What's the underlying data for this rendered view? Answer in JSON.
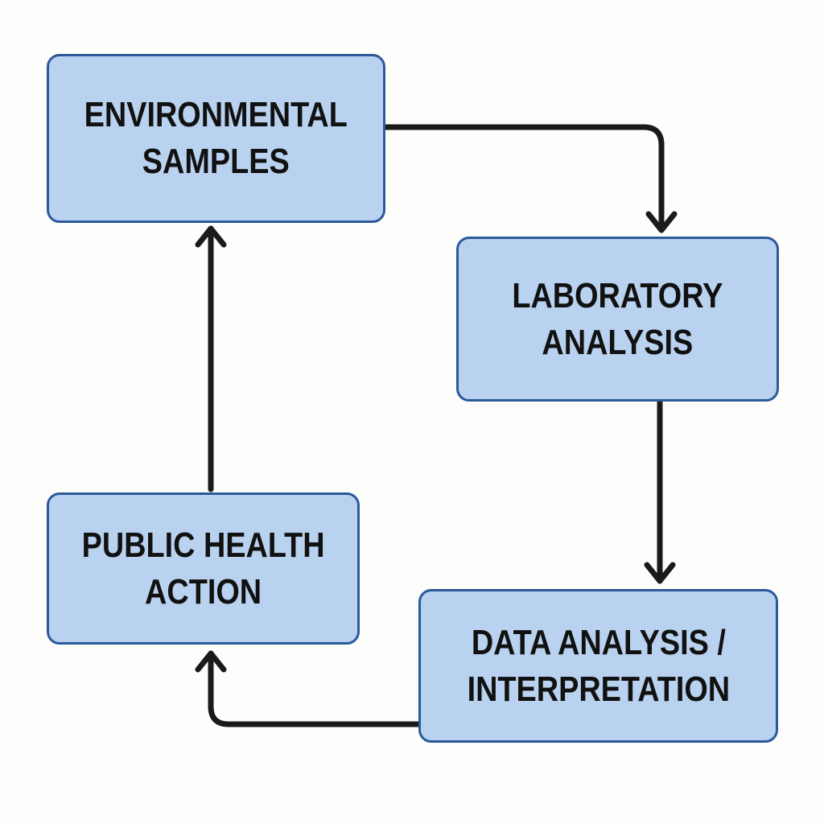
{
  "diagram": {
    "nodes": [
      {
        "id": "environmental-samples",
        "lines": [
          "ENVIRONMENTAL",
          "SAMPLES"
        ]
      },
      {
        "id": "laboratory-analysis",
        "lines": [
          "LABORATORY",
          "ANALYSIS"
        ]
      },
      {
        "id": "data-analysis",
        "lines": [
          "DATA ANALYSIS /",
          "INTERPRETATION"
        ]
      },
      {
        "id": "public-health-action",
        "lines": [
          "PUBLIC HEALTH",
          "ACTION"
        ]
      }
    ],
    "edges": [
      {
        "from": "environmental-samples",
        "to": "laboratory-analysis"
      },
      {
        "from": "laboratory-analysis",
        "to": "data-analysis"
      },
      {
        "from": "data-analysis",
        "to": "public-health-action"
      },
      {
        "from": "public-health-action",
        "to": "environmental-samples"
      }
    ],
    "colors": {
      "box_fill": "#b9d2ef",
      "box_border": "#2b5a9b",
      "arrow": "#1a1a1a",
      "text": "#111111"
    }
  }
}
